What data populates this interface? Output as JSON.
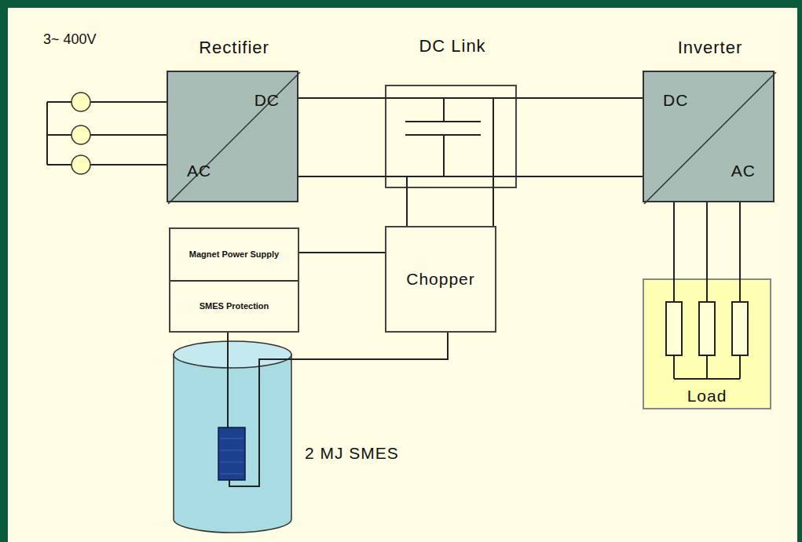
{
  "diagram": {
    "nodes": [
      {
        "text": [
          "Rectifier",
          "DC",
          "AC"
        ]
      },
      {
        "text": [
          "DC Link"
        ]
      },
      {
        "text": [
          "Inverter",
          "DC",
          "AC"
        ]
      },
      {
        "text": [
          "Magnet Power Supply",
          "SMES Protection"
        ]
      },
      {
        "text": [
          "Chopper"
        ]
      },
      {
        "text": [
          "Load"
        ]
      },
      {
        "text": [
          "2 MJ SMES"
        ]
      }
    ],
    "edges": [
      {
        "from": 0,
        "to": 1,
        "arrow": "none"
      },
      {
        "from": 0,
        "to": 1,
        "arrow": "none"
      },
      {
        "from": 1,
        "to": 2,
        "arrow": "none"
      },
      {
        "from": 1,
        "to": 2,
        "arrow": "none"
      },
      {
        "from": 1,
        "to": 4,
        "arrow": "none"
      },
      {
        "from": 1,
        "to": 4,
        "arrow": "none"
      },
      {
        "from": 3,
        "to": 4,
        "arrow": "none"
      },
      {
        "from": 2,
        "to": 5,
        "arrow": "none"
      },
      {
        "from": 2,
        "to": 5,
        "arrow": "none"
      },
      {
        "from": 2,
        "to": 5,
        "arrow": "none"
      },
      {
        "from": 3,
        "to": 6,
        "arrow": "none"
      },
      {
        "from": 4,
        "to": 6,
        "arrow": "none"
      }
    ],
    "labels": [
      "3~ 400V"
    ]
  }
}
